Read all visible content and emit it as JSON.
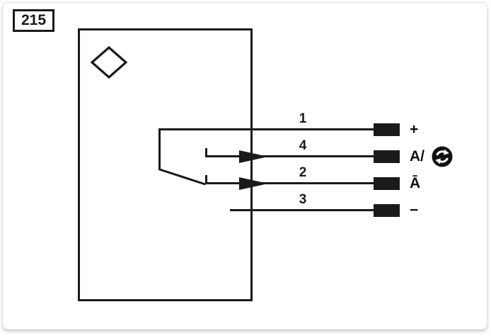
{
  "figure_label": "215",
  "device": {
    "symbol_icon": "diamond-sensor-icon"
  },
  "wires": [
    {
      "pin": "1",
      "terminal_label": "+",
      "has_arrow": false,
      "has_icon": false
    },
    {
      "pin": "4",
      "terminal_label": "A/",
      "has_arrow": true,
      "has_icon": true
    },
    {
      "pin": "2",
      "terminal_label": "Ā",
      "has_arrow": true,
      "has_icon": false
    },
    {
      "pin": "3",
      "terminal_label": "−",
      "has_arrow": false,
      "has_icon": false
    }
  ],
  "icons": {
    "complementary_output": "complementary-output-sync-icon"
  },
  "colors": {
    "line": "#1a1a1a",
    "background": "#ffffff",
    "frame_border": "#e2e2e2"
  }
}
